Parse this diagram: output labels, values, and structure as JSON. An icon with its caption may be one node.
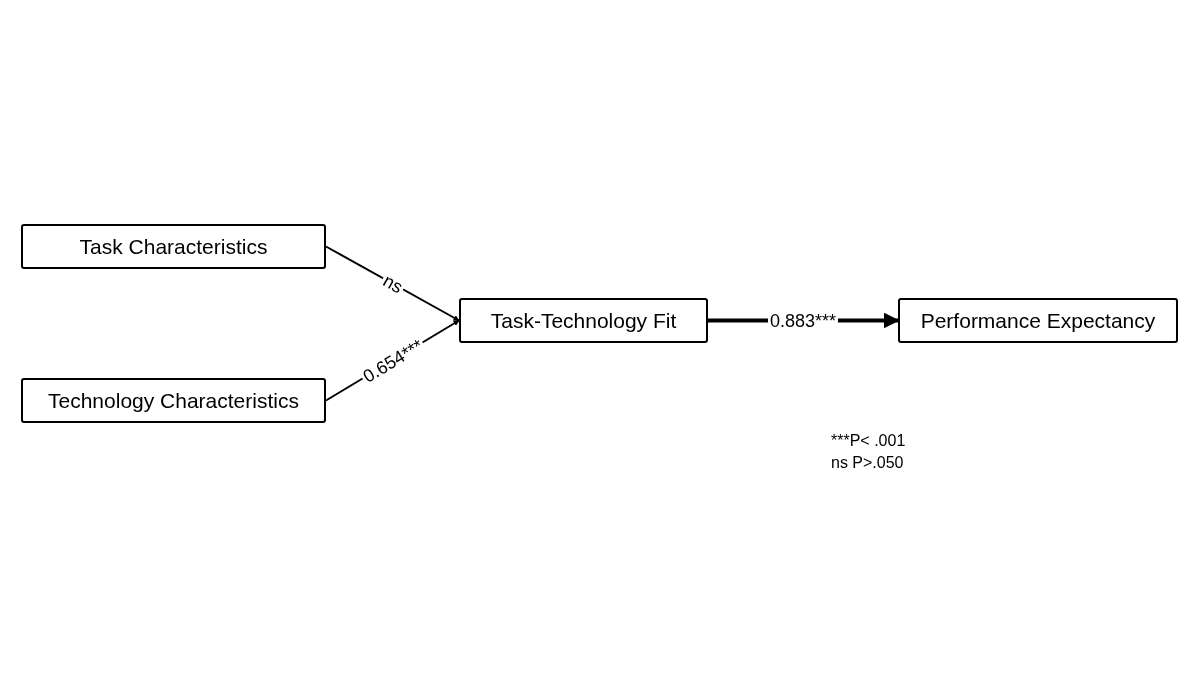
{
  "diagram": {
    "nodes": [
      {
        "text": [
          "Task Characteristics"
        ]
      },
      {
        "text": [
          "Technology Characteristics"
        ]
      },
      {
        "text": [
          "Task-Technology Fit"
        ]
      },
      {
        "text": [
          "Performance Expectancy"
        ]
      }
    ],
    "edges": [
      {
        "from": 0,
        "to": 2,
        "arrow": "to",
        "label": "ns"
      },
      {
        "from": 1,
        "to": 2,
        "arrow": "to",
        "label": "0.654***"
      },
      {
        "from": 2,
        "to": 3,
        "arrow": "to",
        "label": "0.883***",
        "style": "thick"
      }
    ],
    "labels": [
      "***P< .001",
      "ns P>.050"
    ]
  }
}
